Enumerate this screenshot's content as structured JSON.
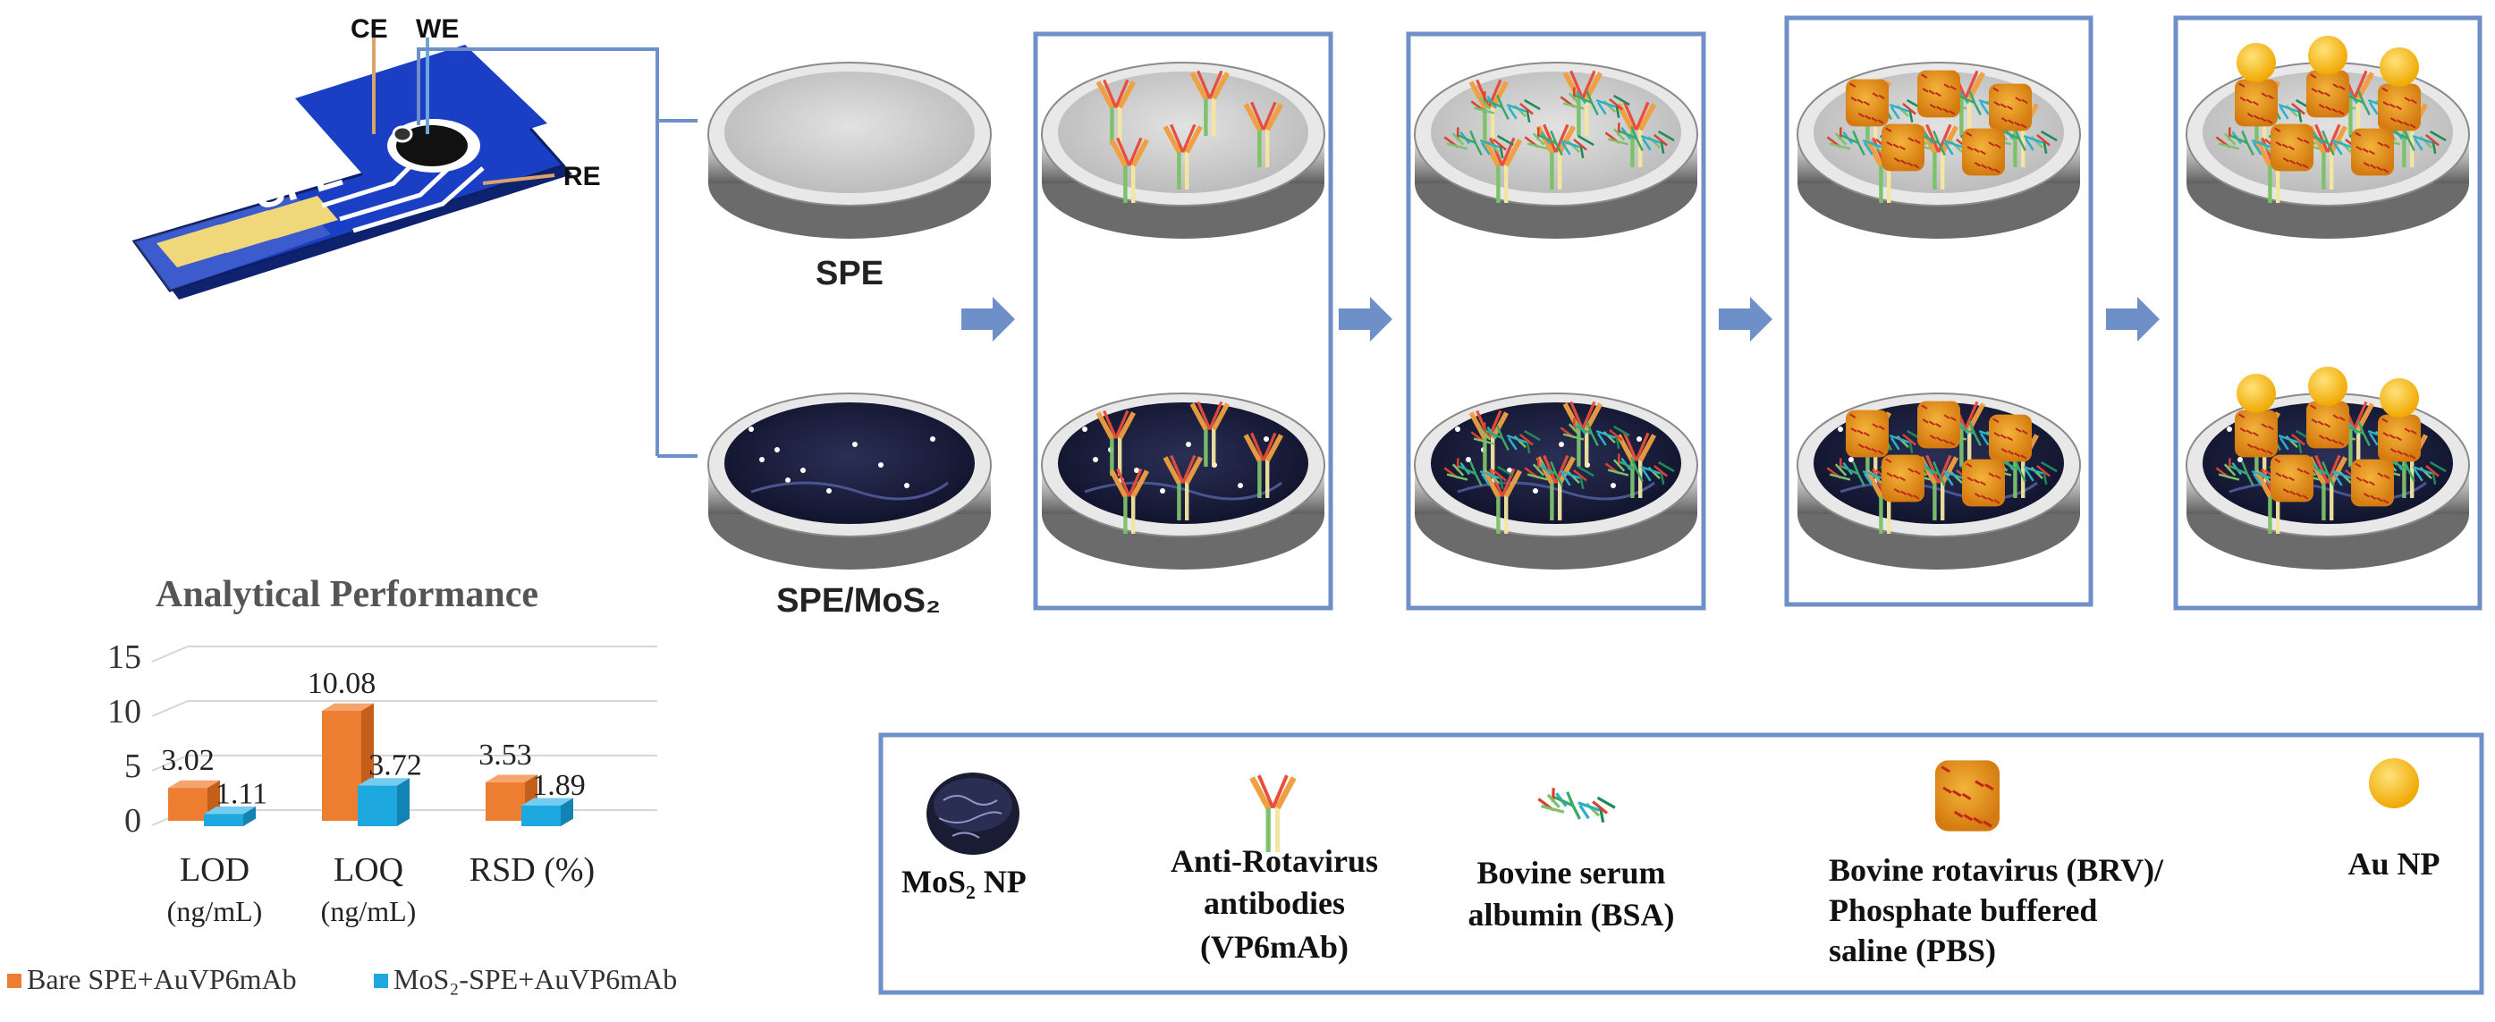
{
  "electrode": {
    "ce_label": "CE",
    "we_label": "WE",
    "re_label": "RE",
    "spe_text": "SPE"
  },
  "row_labels": {
    "top": "SPE",
    "bottom": "SPE/MoS₂"
  },
  "chart_data": {
    "type": "bar",
    "title": "Analytical Performance",
    "categories": [
      "LOD\n(ng/mL)",
      "LOQ\n(ng/mL)",
      "RSD (%)"
    ],
    "category_lines": [
      [
        "LOD",
        "(ng/mL)"
      ],
      [
        "LOQ",
        "(ng/mL)"
      ],
      [
        "RSD (%)"
      ]
    ],
    "series": [
      {
        "name": "Bare SPE+AuVP6mAb",
        "values": [
          3.02,
          10.08,
          3.53
        ],
        "labels": [
          "3.02",
          "10.08",
          "3.53"
        ],
        "color": "#ed7d31"
      },
      {
        "name": "MoS₂-SPE+AuVP6mAb",
        "values": [
          1.11,
          3.72,
          1.89
        ],
        "labels": [
          "1.11",
          "3.72",
          "1.89"
        ],
        "color": "#1ea8e0"
      }
    ],
    "yticks": [
      "15",
      "10",
      "5",
      "0"
    ],
    "ylim": [
      0,
      15
    ],
    "grid": true,
    "legend": "bottom"
  },
  "legend": {
    "mos2": "MoS₂ NP",
    "antibody": [
      "Anti-Rotavirus",
      "antibodies",
      "(VP6mAb)"
    ],
    "bsa": [
      "Bovine serum",
      "albumin (BSA)"
    ],
    "brv": [
      "Bovine rotavirus (BRV)/",
      "Phosphate buffered",
      "saline (PBS)"
    ],
    "au": "Au NP"
  },
  "colors": {
    "frame_blue": "#6f8fc9",
    "arrow_blue": "#6f8fc9",
    "gold": "#f5b800",
    "orange": "#ed7d31",
    "cyan": "#1ea8e0",
    "electrode_blue": "#1b3fc4",
    "dark_surface": "#1c1f3a",
    "light_surface": "#cfcfcf"
  }
}
